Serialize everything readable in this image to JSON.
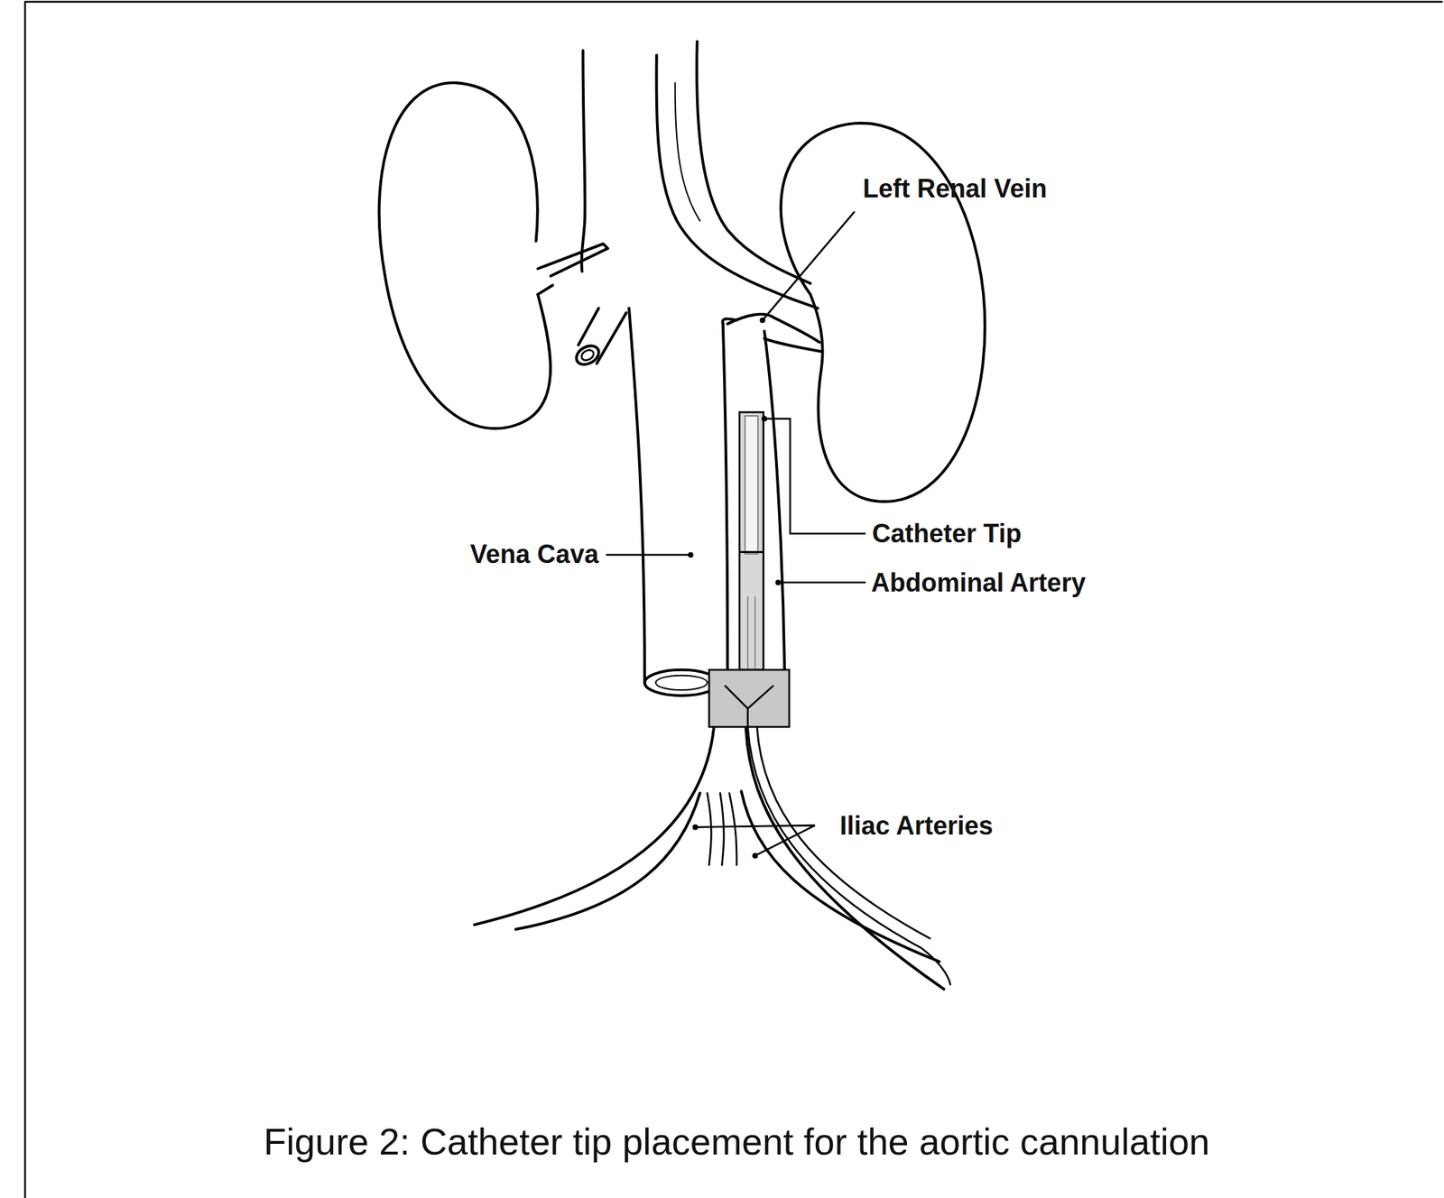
{
  "diagram": {
    "caption": "Figure 2: Catheter tip placement for the aortic cannulation",
    "labels": [
      "Left Renal Vein",
      "Catheter Tip",
      "Vena Cava",
      "Abdominal Artery",
      "Iliac Arteries"
    ]
  }
}
